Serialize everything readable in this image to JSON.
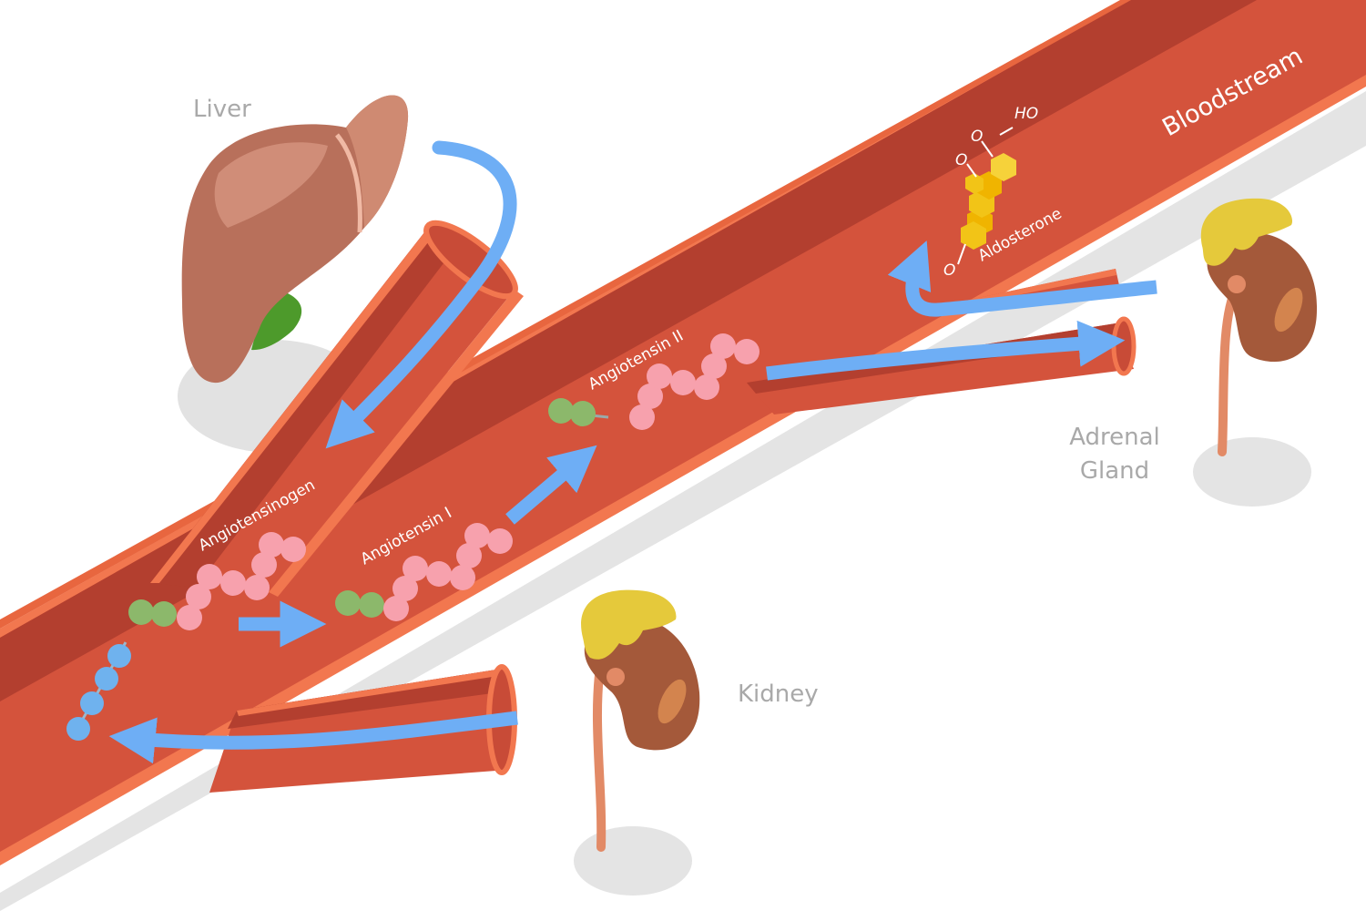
{
  "labels": {
    "liver": "Liver",
    "kidney": "Kidney",
    "adrenal_line1": "Adrenal",
    "adrenal_line2": "Gland",
    "bloodstream": "Bloodstream",
    "angiotensinogen": "Angiotensinogen",
    "angiotensin_1": "Angiotensin I",
    "angiotensin_2": "Angiotensin II",
    "aldosterone": "Aldosterone",
    "chem_o1": "O",
    "chem_o2": "O",
    "chem_o3": "O",
    "chem_ho": "HO"
  },
  "colors": {
    "vessel": "#d4533c",
    "vessel_dark": "#b33f2f",
    "vessel_rim": "#f2774f",
    "flow_arrow": "#6eaef5",
    "pink_bead": "#f7a1ad",
    "green_bead": "#8cb86b",
    "blue_bead": "#6fb2ee",
    "liver": "#b8705b",
    "kidney": "#9f5835",
    "adrenal": "#e5c93b",
    "label_grey": "#a9a9a9"
  },
  "icons": [
    "liver-icon",
    "kidney-icon",
    "adrenal-gland-icon",
    "aldosterone-molecule-icon"
  ]
}
